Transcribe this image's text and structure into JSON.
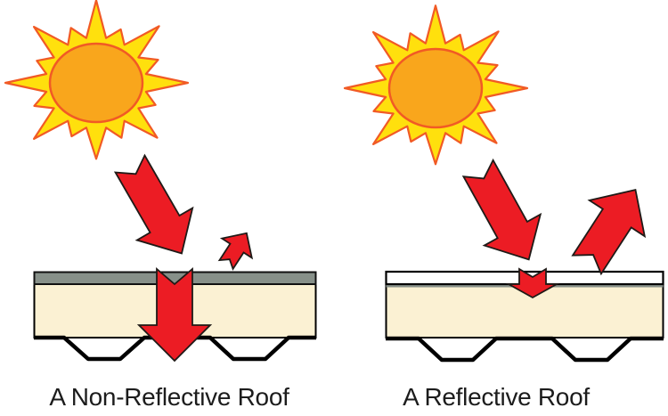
{
  "panels": [
    {
      "label": "A Non-Reflective Roof",
      "membrane": "dark"
    },
    {
      "label": "A Reflective Roof",
      "membrane": "white"
    }
  ],
  "icons": [
    "sun-icon",
    "heat-arrow-icon"
  ],
  "colors": {
    "background": "#FFFFFF",
    "sun_ray": "#FFE00D",
    "sun_core": "#F9A61C",
    "sun_outline": "#F15A25",
    "arrow_fill": "#EC1C24",
    "arrow_outline": "#1F1A17",
    "insulation": "#FBF1D3",
    "dark_membrane": "#879089",
    "white_membrane": "#FFFFFF",
    "deck_outline": "#000000",
    "label_text": "#1C1C1C"
  }
}
